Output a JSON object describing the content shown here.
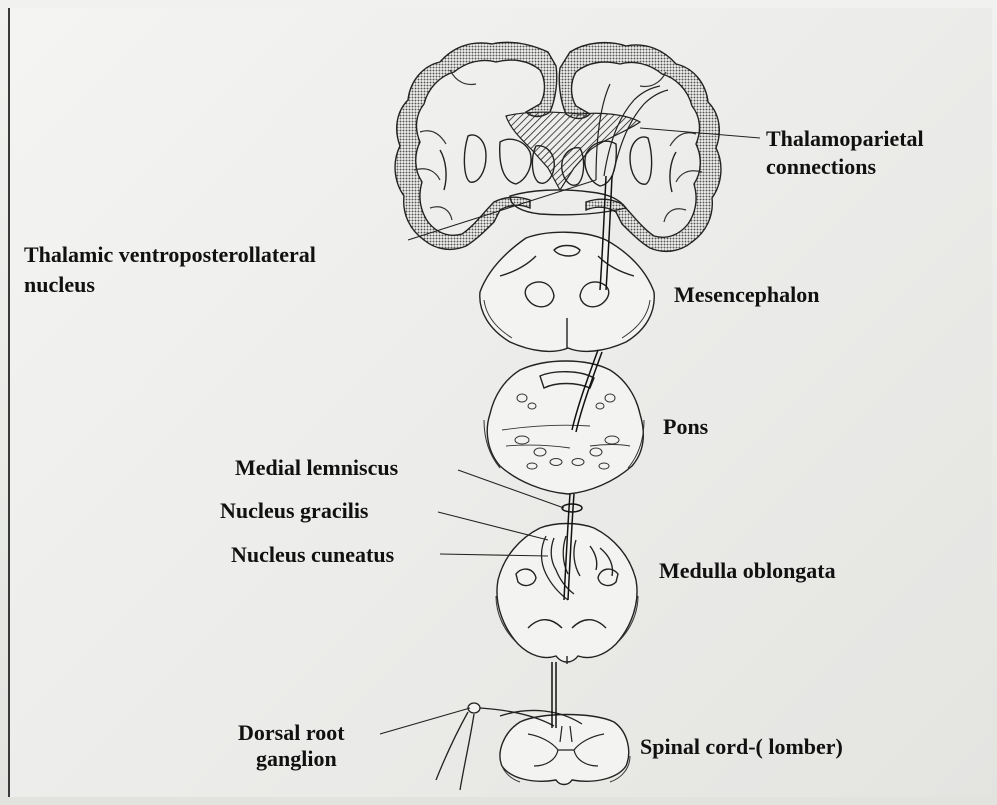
{
  "labels": {
    "thalamoparietal_1": "Thalamoparietal",
    "thalamoparietal_2": "connections",
    "thalamic_1": "Thalamic ventroposterollateral",
    "thalamic_2": "nucleus",
    "mesencephalon": "Mesencephalon",
    "pons": "Pons",
    "medial_lemniscus": "Medial lemniscus",
    "nucleus_gracilis": "Nucleus gracilis",
    "nucleus_cuneatus": "Nucleus cuneatus",
    "medulla": "Medulla oblongata",
    "dorsal_root_1": "Dorsal root",
    "dorsal_root_2": "ganglion",
    "spinal_cord": "Spinal cord-( lomber)"
  },
  "colors": {
    "ink": "#111111",
    "paper": "#efefed",
    "cortex_shade": "#7a7a7a"
  }
}
